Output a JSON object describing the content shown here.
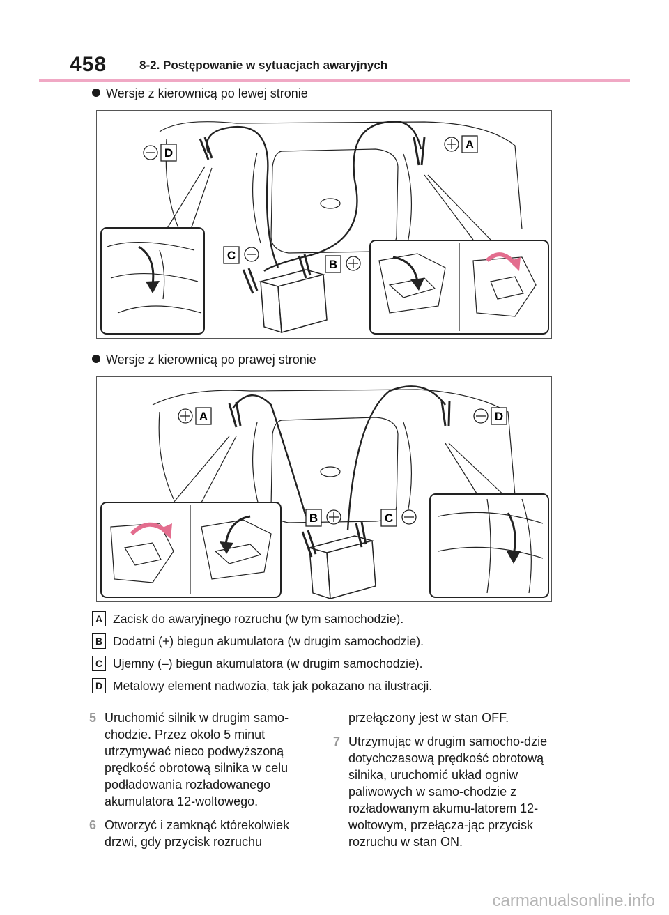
{
  "header": {
    "page_number": "458",
    "section": "8-2. Postępowanie w sytuacjach awaryjnych"
  },
  "figures": [
    {
      "caption": "Wersje z kierownicą po lewej stronie"
    },
    {
      "caption": "Wersje z kierownicą po prawej stronie"
    }
  ],
  "figure_labels": {
    "a": "A",
    "b": "B",
    "c": "C",
    "d": "D"
  },
  "legend": [
    {
      "key": "A",
      "text": "Zacisk do awaryjnego rozruchu (w tym samochodzie)."
    },
    {
      "key": "B",
      "text": "Dodatni (+) biegun akumulatora (w drugim samochodzie)."
    },
    {
      "key": "C",
      "text": "Ujemny (–) biegun akumulatora (w drugim samochodzie)."
    },
    {
      "key": "D",
      "text": "Metalowy element nadwozia, tak jak pokazano na ilustracji."
    }
  ],
  "steps": [
    {
      "num": "5",
      "text": "Uruchomić silnik w drugim samo-chodzie. Przez około 5 minut utrzymywać nieco podwyższoną prędkość obrotową silnika w celu podładowania rozładowanego akumulatora 12-woltowego."
    },
    {
      "num": "6",
      "text": "Otworzyć i zamknąć którekolwiek drzwi, gdy przycisk rozruchu"
    },
    {
      "continuation": "przełączony jest w stan OFF."
    },
    {
      "num": "7",
      "text": "Utrzymując w drugim samocho-dzie dotychczasową prędkość obrotową silnika, uruchomić układ ogniw paliwowych w samo-chodzie z rozładowanym akumu-latorem 12-woltowym, przełącza-jąc przycisk rozruchu w stan ON."
    }
  ],
  "watermark": "carmanualsonline.info",
  "icons": [
    "plus-sign-icon",
    "minus-sign-icon",
    "bullet-icon",
    "curved-arrow-icon"
  ]
}
